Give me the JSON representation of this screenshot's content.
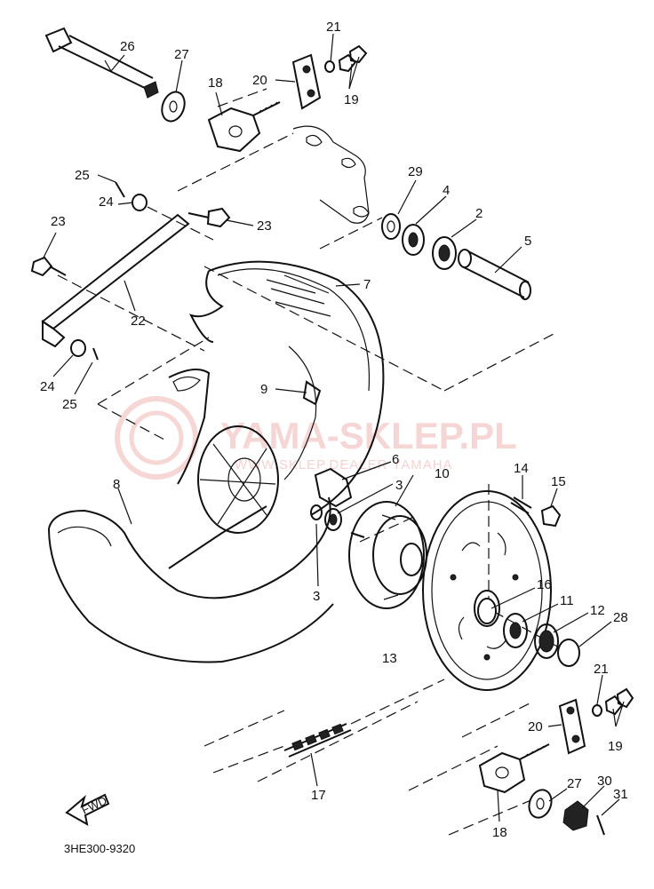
{
  "watermark": {
    "title": "YAMA-SKLEP.PL",
    "subtitle": "WWW.SKLEP.DEALER YAMAHA",
    "color": "#f0b4b4"
  },
  "diagram_code": "3HE300-9320",
  "fwd_label": "FWD",
  "labels": {
    "l1": "26",
    "l2": "27",
    "l3": "21",
    "l4": "20",
    "l5": "19",
    "l6": "18",
    "l7": "25",
    "l8": "24",
    "l9": "23",
    "l10": "23",
    "l11": "29",
    "l12": "4",
    "l13": "2",
    "l14": "5",
    "l15": "22",
    "l16": "7",
    "l17": "24",
    "l18": "25",
    "l19": "9",
    "l20": "6",
    "l21": "10",
    "l22": "3",
    "l23": "8",
    "l24": "3",
    "l25": "14",
    "l26": "15",
    "l27": "16",
    "l28": "11",
    "l29": "12",
    "l30": "28",
    "l31": "13",
    "l32": "21",
    "l33": "20",
    "l34": "19",
    "l35": "17",
    "l36": "27",
    "l37": "30",
    "l38": "31",
    "l39": "18"
  }
}
